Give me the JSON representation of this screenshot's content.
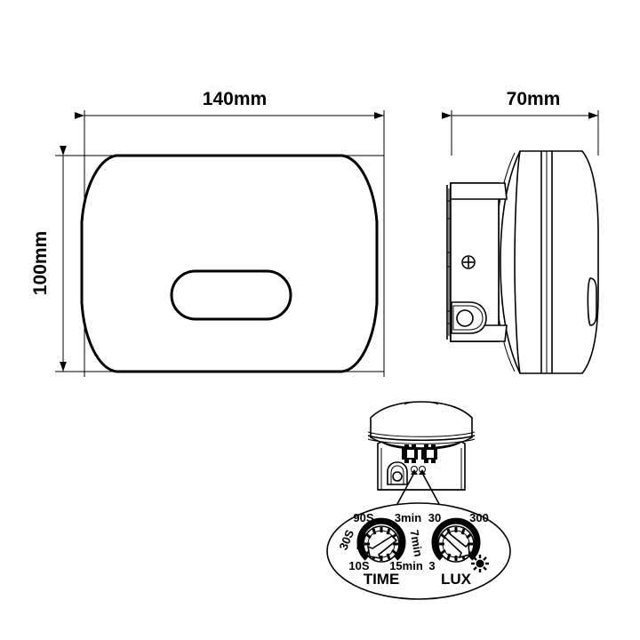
{
  "document": {
    "type": "technical-dimensional-drawing",
    "subject": "PIR motion sensor wall unit",
    "background_color": "#ffffff",
    "line_color": "#000000"
  },
  "views": {
    "front": {
      "name": "front-view",
      "width_dimension": {
        "label": "140mm",
        "value": 140,
        "unit": "mm",
        "orientation": "horizontal"
      },
      "height_dimension": {
        "label": "100mm",
        "value": 100,
        "unit": "mm",
        "orientation": "vertical"
      },
      "features": [
        "lens-window-pill"
      ]
    },
    "side": {
      "name": "side-view",
      "depth_dimension": {
        "label": "70mm",
        "value": 70,
        "unit": "mm",
        "orientation": "horizontal"
      },
      "features": [
        "mounting-bracket",
        "screw-head",
        "pivot-hinge",
        "lens-dome",
        "side-button"
      ]
    },
    "detail": {
      "name": "bottom-detail-view",
      "features": [
        "terminal-block",
        "cable-gland",
        "callout-ellipse"
      ],
      "dials": [
        {
          "id": "time-dial",
          "title": "TIME",
          "labels": [
            "10S",
            "30S",
            "90S",
            "3min",
            "7min",
            "15min"
          ],
          "tick_count": 12
        },
        {
          "id": "lux-dial",
          "title": "LUX",
          "labels": [
            "3",
            "30",
            "300"
          ],
          "icon": "sun-icon",
          "tick_count": 12
        }
      ]
    }
  },
  "colors": {
    "line": "#000000",
    "fill": "#ffffff"
  }
}
